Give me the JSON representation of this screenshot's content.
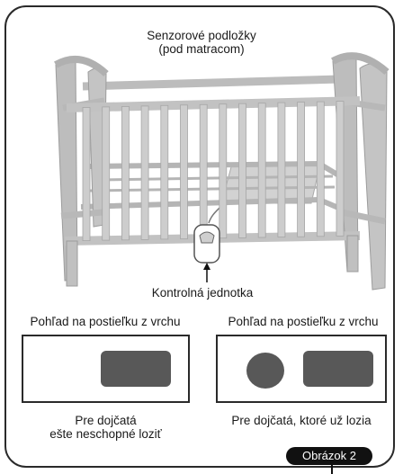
{
  "sensor_pads_label": {
    "line1": "Senzorové podložky",
    "line2": "(pod matracom)"
  },
  "control_unit_label": "Kontrolná jednotka",
  "views": [
    {
      "title": "Pohľad na postieľku z vrchu",
      "caption_line1": "Pre dojčatá",
      "caption_line2": "ešte neschopné loziť"
    },
    {
      "title": "Pohľad na postieľku z vrchu",
      "caption_line1": "Pre dojčatá, ktoré už lozia",
      "caption_line2": ""
    }
  ],
  "figure_label": "Obrázok 2"
}
